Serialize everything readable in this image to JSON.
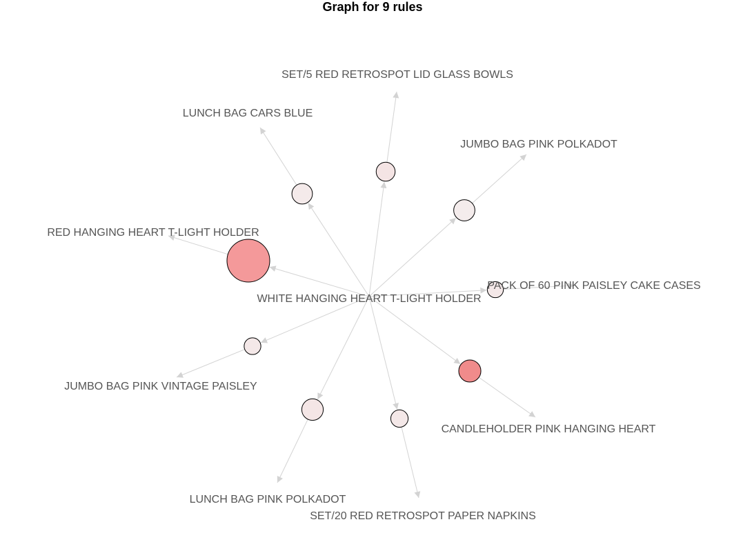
{
  "title": "Graph for 9 rules",
  "edge_color": "#d3d3d3",
  "arrow_color": "#d3d3d3",
  "label_color": "#555555",
  "center_item": "WHITE HANGING HEART T-LIGHT HOLDER",
  "items": [
    {
      "id": "set5-red-retrospot-lid-glass-bowls",
      "label": "SET/5 RED RETROSPOT LID GLASS BOWLS"
    },
    {
      "id": "lunch-bag-cars-blue",
      "label": "LUNCH BAG CARS BLUE"
    },
    {
      "id": "jumbo-bag-pink-polkadot",
      "label": "JUMBO BAG PINK POLKADOT"
    },
    {
      "id": "red-hanging-heart-t-light-holder",
      "label": "RED HANGING HEART T-LIGHT HOLDER"
    },
    {
      "id": "pack-of-60-pink-paisley-cake-cases",
      "label": "PACK OF 60 PINK PAISLEY CAKE CASES"
    },
    {
      "id": "jumbo-bag-pink-vintage-paisley",
      "label": "JUMBO BAG PINK VINTAGE PAISLEY"
    },
    {
      "id": "candleholder-pink-hanging-heart",
      "label": "CANDLEHOLDER PINK HANGING HEART"
    },
    {
      "id": "lunch-bag-pink-polkadot",
      "label": "LUNCH BAG PINK POLKADOT"
    },
    {
      "id": "set20-red-retrospot-paper-napkins",
      "label": "SET/20 RED RETROSPOT PAPER NAPKINS"
    }
  ],
  "rules": [
    {
      "consequent": "red-hanging-heart-t-light-holder",
      "size_level": 1.0,
      "color_level": 0.8,
      "color": "#f4999a"
    },
    {
      "consequent": "candleholder-pink-hanging-heart",
      "size_level": 0.35,
      "color_level": 1.0,
      "color": "#f08b8b"
    },
    {
      "consequent": "lunch-bag-cars-blue",
      "size_level": 0.3,
      "color_level": 0.08,
      "color": "#f4eaea"
    },
    {
      "consequent": "set5-red-retrospot-lid-glass-bowls",
      "size_level": 0.25,
      "color_level": 0.12,
      "color": "#f4e4e4"
    },
    {
      "consequent": "jumbo-bag-pink-polkadot",
      "size_level": 0.32,
      "color_level": 0.06,
      "color": "#f4ecec"
    },
    {
      "consequent": "lunch-bag-pink-polkadot",
      "size_level": 0.33,
      "color_level": 0.1,
      "color": "#f4e6e6"
    },
    {
      "consequent": "set20-red-retrospot-paper-napkins",
      "size_level": 0.2,
      "color_level": 0.1,
      "color": "#f4e8e8"
    },
    {
      "consequent": "jumbo-bag-pink-vintage-paisley",
      "size_level": 0.18,
      "color_level": 0.1,
      "color": "#f4e8e8"
    },
    {
      "consequent": "pack-of-60-pink-paisley-cake-cases",
      "size_level": 0.16,
      "color_level": 0.1,
      "color": "#f4e8e8"
    }
  ]
}
